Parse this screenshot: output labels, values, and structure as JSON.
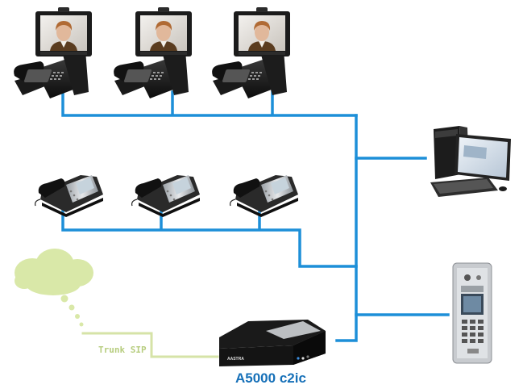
{
  "diagram": {
    "trunk_label": "Trunk SIP",
    "device_label": "A5000 c2ic",
    "brand_text": "AASTRA"
  },
  "colors": {
    "network_line": "#1d8fd8",
    "trunk_line": "#d6e3a7",
    "trunk_text": "#b7cd7f",
    "cloud": "#d9e8a8",
    "device_label": "#1670b8",
    "device_body": "#141414"
  }
}
